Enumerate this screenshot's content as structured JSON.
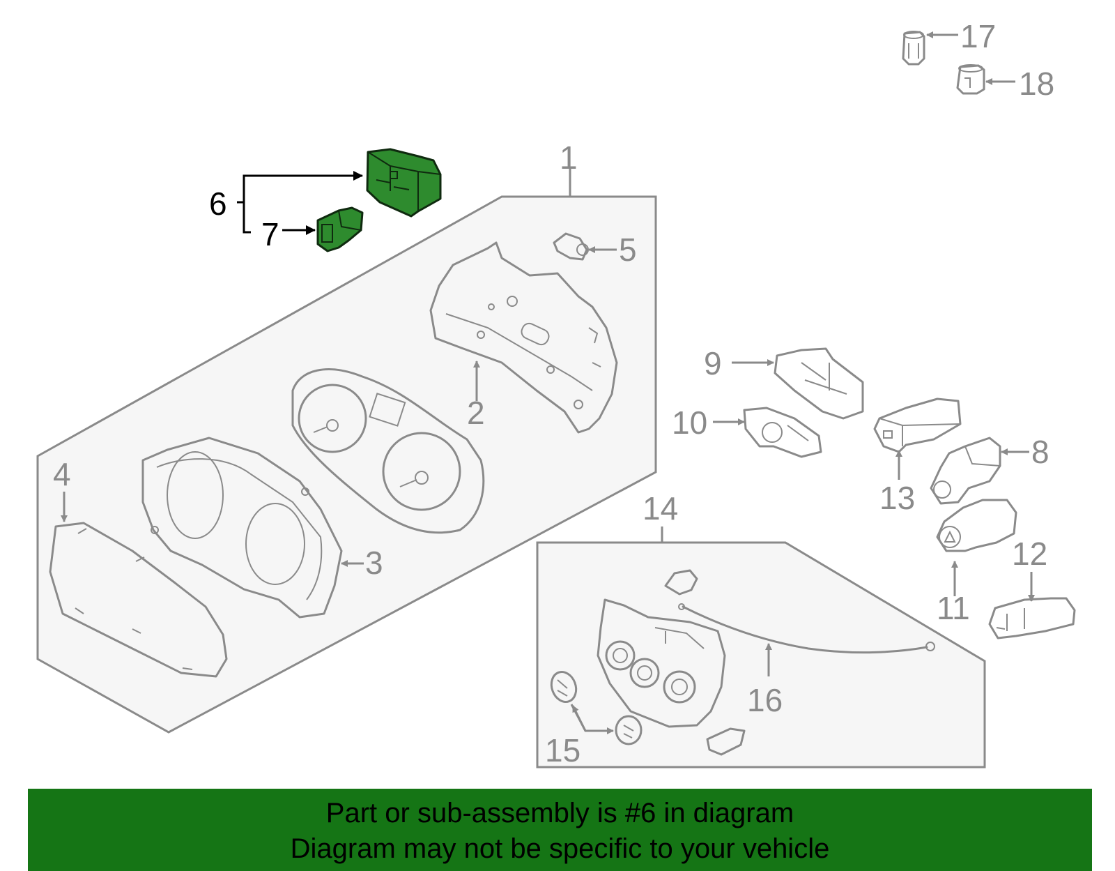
{
  "callouts": {
    "c1": "1",
    "c2": "2",
    "c3": "3",
    "c4": "4",
    "c5": "5",
    "c6": "6",
    "c7": "7",
    "c8": "8",
    "c9": "9",
    "c10": "10",
    "c11": "11",
    "c12": "12",
    "c13": "13",
    "c14": "14",
    "c15": "15",
    "c16": "16",
    "c17": "17",
    "c18": "18"
  },
  "banner": {
    "line1": "Part or sub-assembly is #6 in diagram",
    "line2": "Diagram may not be specific to your vehicle"
  },
  "colors": {
    "highlight_part": "#2e8b2e",
    "banner_background": "#157515",
    "line_gray": "#8a8a8a"
  }
}
